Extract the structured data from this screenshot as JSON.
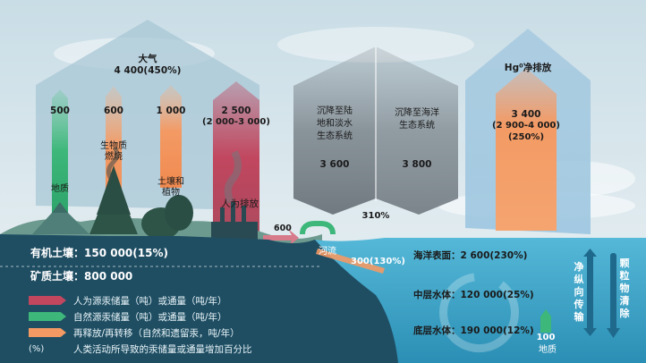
{
  "atmosphere": {
    "title": "大气",
    "value": "4 400(450%)"
  },
  "flows": {
    "geologic_source": {
      "value": "500",
      "label": "地质"
    },
    "biomass": {
      "value": "600",
      "label": "生物质\n燃烧"
    },
    "soil_plant": {
      "value": "1 000",
      "label": "土壤和\n植物"
    },
    "anthropogenic": {
      "value": "2 500",
      "range": "(2 000-3 000)",
      "label": "人为排放"
    },
    "deposition_land": {
      "label": "沉降至陆\n地和淡水\n生态系统",
      "value": "3 600"
    },
    "deposition_ocean": {
      "label": "沉降至海洋\n生态系统",
      "value": "3 800"
    },
    "deposition_increase": "310%",
    "ocean_emission": {
      "title": "Hg⁰净排放",
      "value": "3 400",
      "range": "(2 900-4 000)",
      "pct": "(250%)"
    },
    "to_river": "600",
    "river": {
      "label": "河流",
      "value": "300(130%)"
    },
    "seafloor_geologic": {
      "value": "100",
      "label": "地质"
    }
  },
  "land": {
    "organic_soil": "有机土壤：150 000(15%)",
    "mineral_soil": "矿质土壤：800 000"
  },
  "ocean": {
    "surface": "海洋表面：2 600(230%)",
    "middle": "中层水体：120 000(25%)",
    "deep": "底层水体：190 000(12%)",
    "vertical_transport": "净纵向传输",
    "particle_removal": "颗粒物清除"
  },
  "legend": [
    {
      "key": "anthropogenic",
      "text": "人为源汞储量（吨）或通量（吨/年）",
      "color": "#c1475f"
    },
    {
      "key": "natural",
      "text": "自然源汞储量（吨）或通量（吨/年）",
      "color": "#3db77a"
    },
    {
      "key": "reemission",
      "text": "再释放/再转移（自然和遗留汞，吨/年）",
      "color": "#f39a64"
    },
    {
      "key": "percent",
      "symbol": "(%)",
      "text": "人类活动所导致的汞储量或通量增加百分比"
    }
  ],
  "colors": {
    "anthropogenic": "#c1475f",
    "natural": "#3db77a",
    "reemission": "#f39a64",
    "ocean": "#2b8fb5",
    "soil": "#1f4e63"
  }
}
